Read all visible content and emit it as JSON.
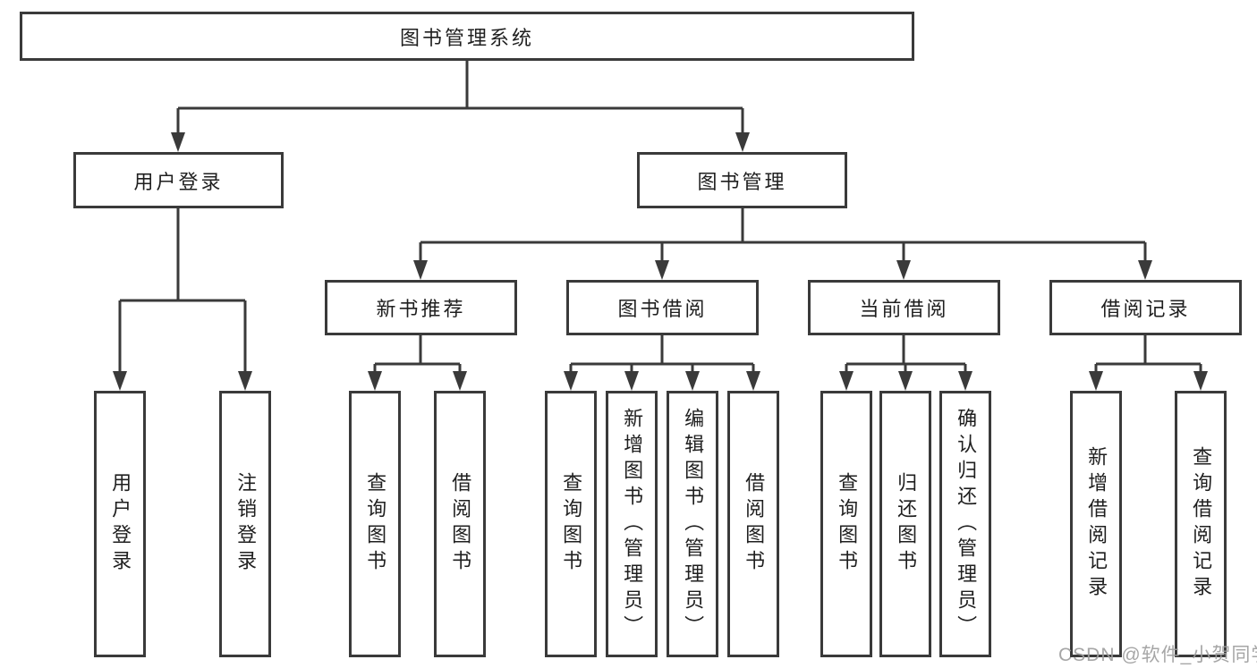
{
  "diagram": {
    "root": {
      "label": "图书管理系统"
    },
    "branches": [
      {
        "label": "用户登录",
        "children": [
          {
            "label": "用户登录"
          },
          {
            "label": "注销登录"
          }
        ]
      },
      {
        "label": "图书管理",
        "children": [
          {
            "label": "新书推荐",
            "children": [
              {
                "label": "查询图书"
              },
              {
                "label": "借阅图书"
              }
            ]
          },
          {
            "label": "图书借阅",
            "children": [
              {
                "label": "查询图书"
              },
              {
                "label": "新增图书（管理员）"
              },
              {
                "label": "编辑图书（管理员）"
              },
              {
                "label": "借阅图书"
              }
            ]
          },
          {
            "label": "当前借阅",
            "children": [
              {
                "label": "查询图书"
              },
              {
                "label": "归还图书"
              },
              {
                "label": "确认归还（管理员）"
              }
            ]
          },
          {
            "label": "借阅记录",
            "children": [
              {
                "label": "新增借阅记录"
              },
              {
                "label": "查询借阅记录"
              }
            ]
          }
        ]
      }
    ]
  },
  "watermark": {
    "text": "CSDN @软件_小贺同学"
  },
  "colors": {
    "line": "#3a3a3a",
    "box_border": "#3a3a3a",
    "text": "#1f1f1f",
    "watermark": "#9e9e9e",
    "background": "#ffffff"
  }
}
